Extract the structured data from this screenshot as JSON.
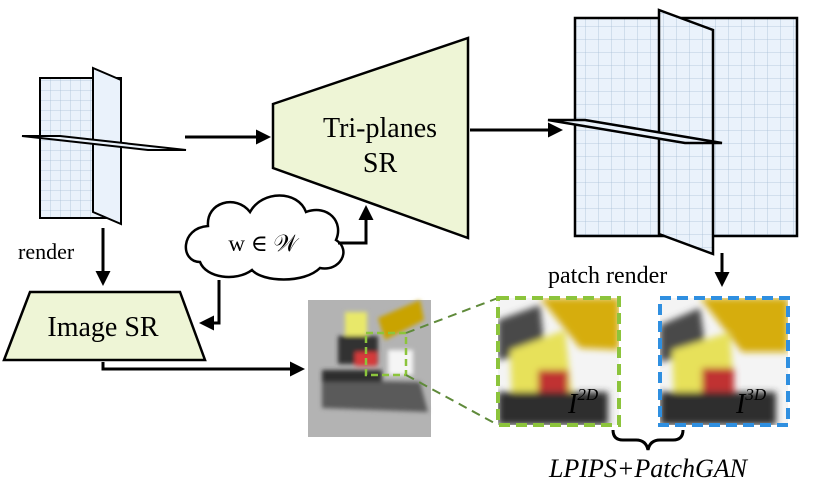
{
  "labels": {
    "triplanes_line1": "Tri-planes",
    "triplanes_line2": "SR",
    "render": "render",
    "image_sr": "Image SR",
    "latent": "w ∈ 𝒲",
    "patch_render": "patch render",
    "loss": "LPIPS+PatchGAN",
    "i2d_base": "I",
    "i2d_sup": "2D",
    "i3d_base": "I",
    "i3d_sup": "3D"
  },
  "colors": {
    "plane_fill": "#eaf2fb",
    "plane_grid": "#9eb7cf",
    "block_fill": "#eef5d6",
    "green_dash": "#8cc43c",
    "blue_dash": "#2f8fe0",
    "stroke": "#000000"
  }
}
